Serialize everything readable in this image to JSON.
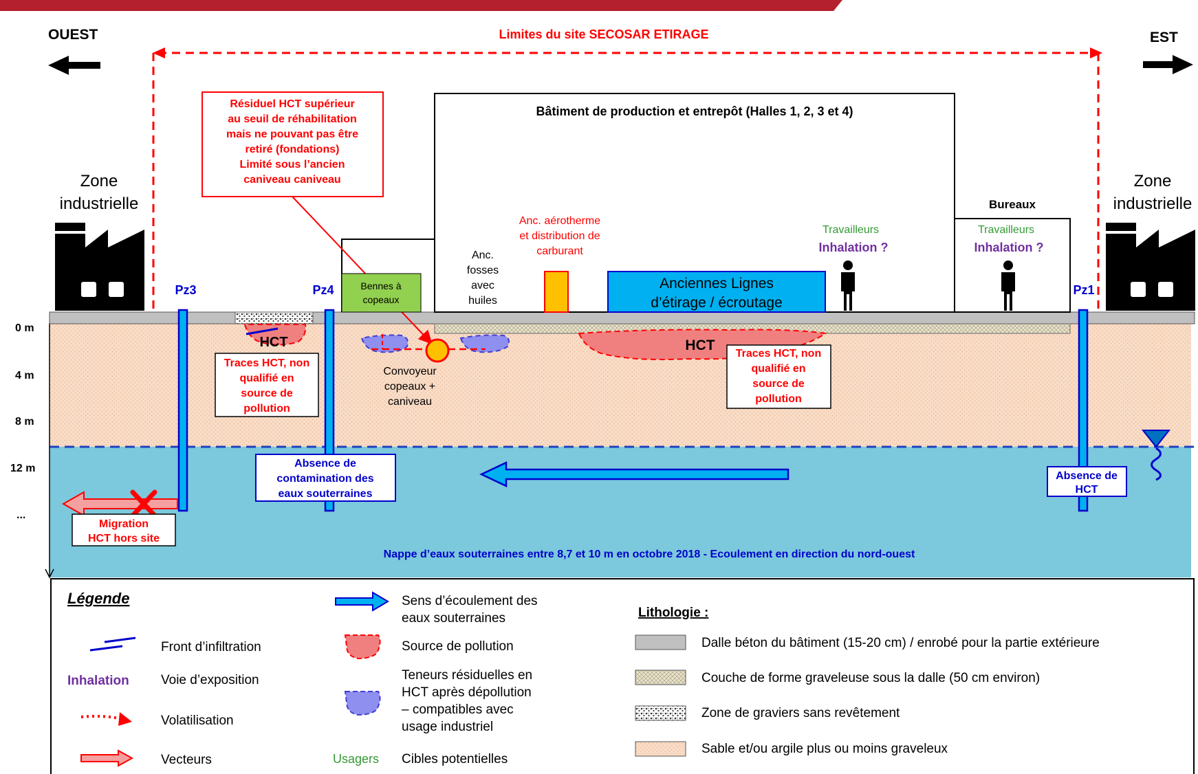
{
  "header": {
    "ouest": "OUEST",
    "est": "EST",
    "site_limits": "Limites du site SECOSAR ETIRAGE"
  },
  "zones": {
    "left_line1": "Zone",
    "left_line2": "industrielle",
    "right_line1": "Zone",
    "right_line2": "industrielle"
  },
  "building": {
    "title": "Bâtiment de production et entrepôt (Halles 1, 2, 3 et 4)",
    "bureaux": "Bureaux"
  },
  "callout_residual": {
    "lines": [
      "Résiduel HCT supérieur",
      "au seuil de réhabilitation",
      "mais ne pouvant pas être",
      "retiré (fondations)",
      "Limité sous l’ancien",
      "caniveau caniveau"
    ]
  },
  "features": {
    "aerotherme": [
      "Anc. aérotherme",
      "et distribution de",
      "carburant"
    ],
    "fosses": [
      "Anc.",
      "fosses",
      "avec",
      "huiles"
    ],
    "bennes": [
      "Bennes à",
      "copeaux"
    ],
    "lignes": [
      "Anciennes Lignes",
      "d’étirage / écroutage"
    ],
    "convoyeur": [
      "Convoyeur",
      "copeaux +",
      "caniveau"
    ]
  },
  "workers": {
    "w1_label": "Travailleurs",
    "w1_route": "Inhalation  ?",
    "w2_label": "Travailleurs",
    "w2_route": "Inhalation  ?"
  },
  "piezometers": {
    "pz3": "Pz3",
    "pz4": "Pz4",
    "pz1": "Pz1"
  },
  "depths": [
    "0 m",
    "4 m",
    "8 m",
    "12 m",
    "..."
  ],
  "pollution": {
    "hct_left": "HCT",
    "hct_right": "HCT",
    "traces_left": [
      "Traces HCT, non",
      "qualifié en",
      "source de",
      "pollution"
    ],
    "traces_right": [
      "Traces HCT, non",
      "qualifié en",
      "source de",
      "pollution"
    ],
    "absence_water": [
      "Absence de",
      "contamination des",
      "eaux souterraines"
    ],
    "absence_hct": [
      "Absence de",
      "HCT"
    ],
    "migration": [
      "Migration",
      "HCT hors site"
    ]
  },
  "nappe_text": "Nappe d’eaux souterraines entre 8,7 et 10 m  en octobre 2018 - Ecoulement en direction du nord-ouest",
  "legend": {
    "title": "Légende",
    "front": "Front d’infiltration",
    "inhalation_word": "Inhalation",
    "voie": "Voie d’exposition",
    "volatilisation": "Volatilisation",
    "vecteurs": "Vecteurs",
    "sens": [
      "Sens d’écoulement des",
      "eaux souterraines"
    ],
    "source": "Source de pollution",
    "teneurs": [
      "Teneurs résiduelles en",
      "HCT après dépollution",
      "– compatibles avec",
      "usage industriel"
    ],
    "usagers_word": "Usagers",
    "cibles": "Cibles potentielles",
    "lithologie_title": "Lithologie :",
    "litho": [
      "Dalle béton du bâtiment (15-20 cm) / enrobé pour la partie extérieure",
      "Couche de forme graveleuse sous la dalle (50 cm environ)",
      "Zone de graviers sans revêtement",
      "Sable et/ou argile plus ou moins graveleux"
    ]
  },
  "colors": {
    "brand_bar": "#b5202e",
    "red": "#ff0000",
    "blue_text": "#0000cc",
    "purple": "#7030a0",
    "green": "#339933",
    "water": "#7cc8dc",
    "soil": "#f9dcc6",
    "slab": "#c0c0c0",
    "lines_box": "#00b0f0",
    "bennes": "#92d050",
    "aerotherme": "#ffc000"
  }
}
